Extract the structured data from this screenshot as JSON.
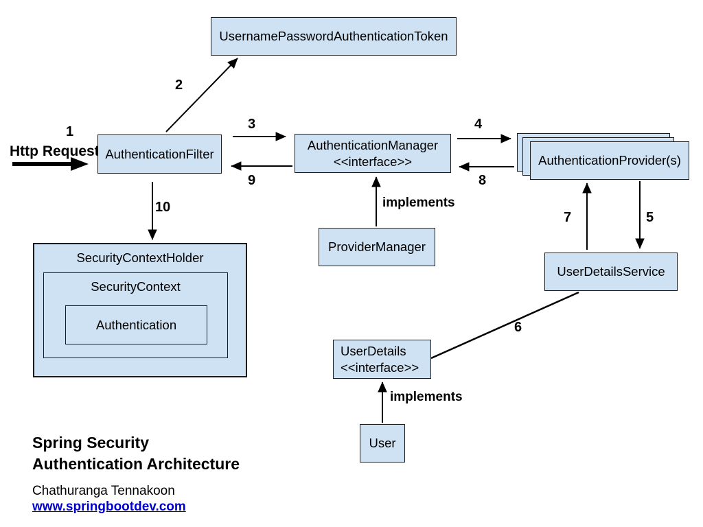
{
  "palette": {
    "box_fill": "#cfe2f3",
    "box_border": "#1b1b1b",
    "line_color": "#000000",
    "link_color": "#0000cc",
    "text_color": "#000000"
  },
  "nodes": {
    "token": {
      "label": "UsernamePasswordAuthenticationToken"
    },
    "filter": {
      "label": "AuthenticationFilter"
    },
    "manager": {
      "line1": "AuthenticationManager",
      "line2": "<<interface>>"
    },
    "providers": {
      "label": "AuthenticationProvider(s)"
    },
    "provider_manager": {
      "label": "ProviderManager"
    },
    "user_details_service": {
      "label": "UserDetailsService"
    },
    "user_details": {
      "line1": "UserDetails",
      "line2": "<<interface>>"
    },
    "user": {
      "label": "User"
    },
    "security_context_holder": {
      "label": "SecurityContextHolder"
    },
    "security_context": {
      "label": "SecurityContext"
    },
    "authentication": {
      "label": "Authentication"
    }
  },
  "edge_labels": {
    "s1": "1",
    "s2": "2",
    "s3": "3",
    "s4": "4",
    "s5": "5",
    "s6": "6",
    "s7": "7",
    "s8": "8",
    "s9": "9",
    "s10": "10",
    "implements_manager": "implements",
    "implements_user": "implements",
    "http_request": "Http Request"
  },
  "footer": {
    "title_line1": "Spring Security",
    "title_line2": "Authentication Architecture",
    "author": "Chathuranga Tennakoon",
    "link": "www.springbootdev.com"
  }
}
